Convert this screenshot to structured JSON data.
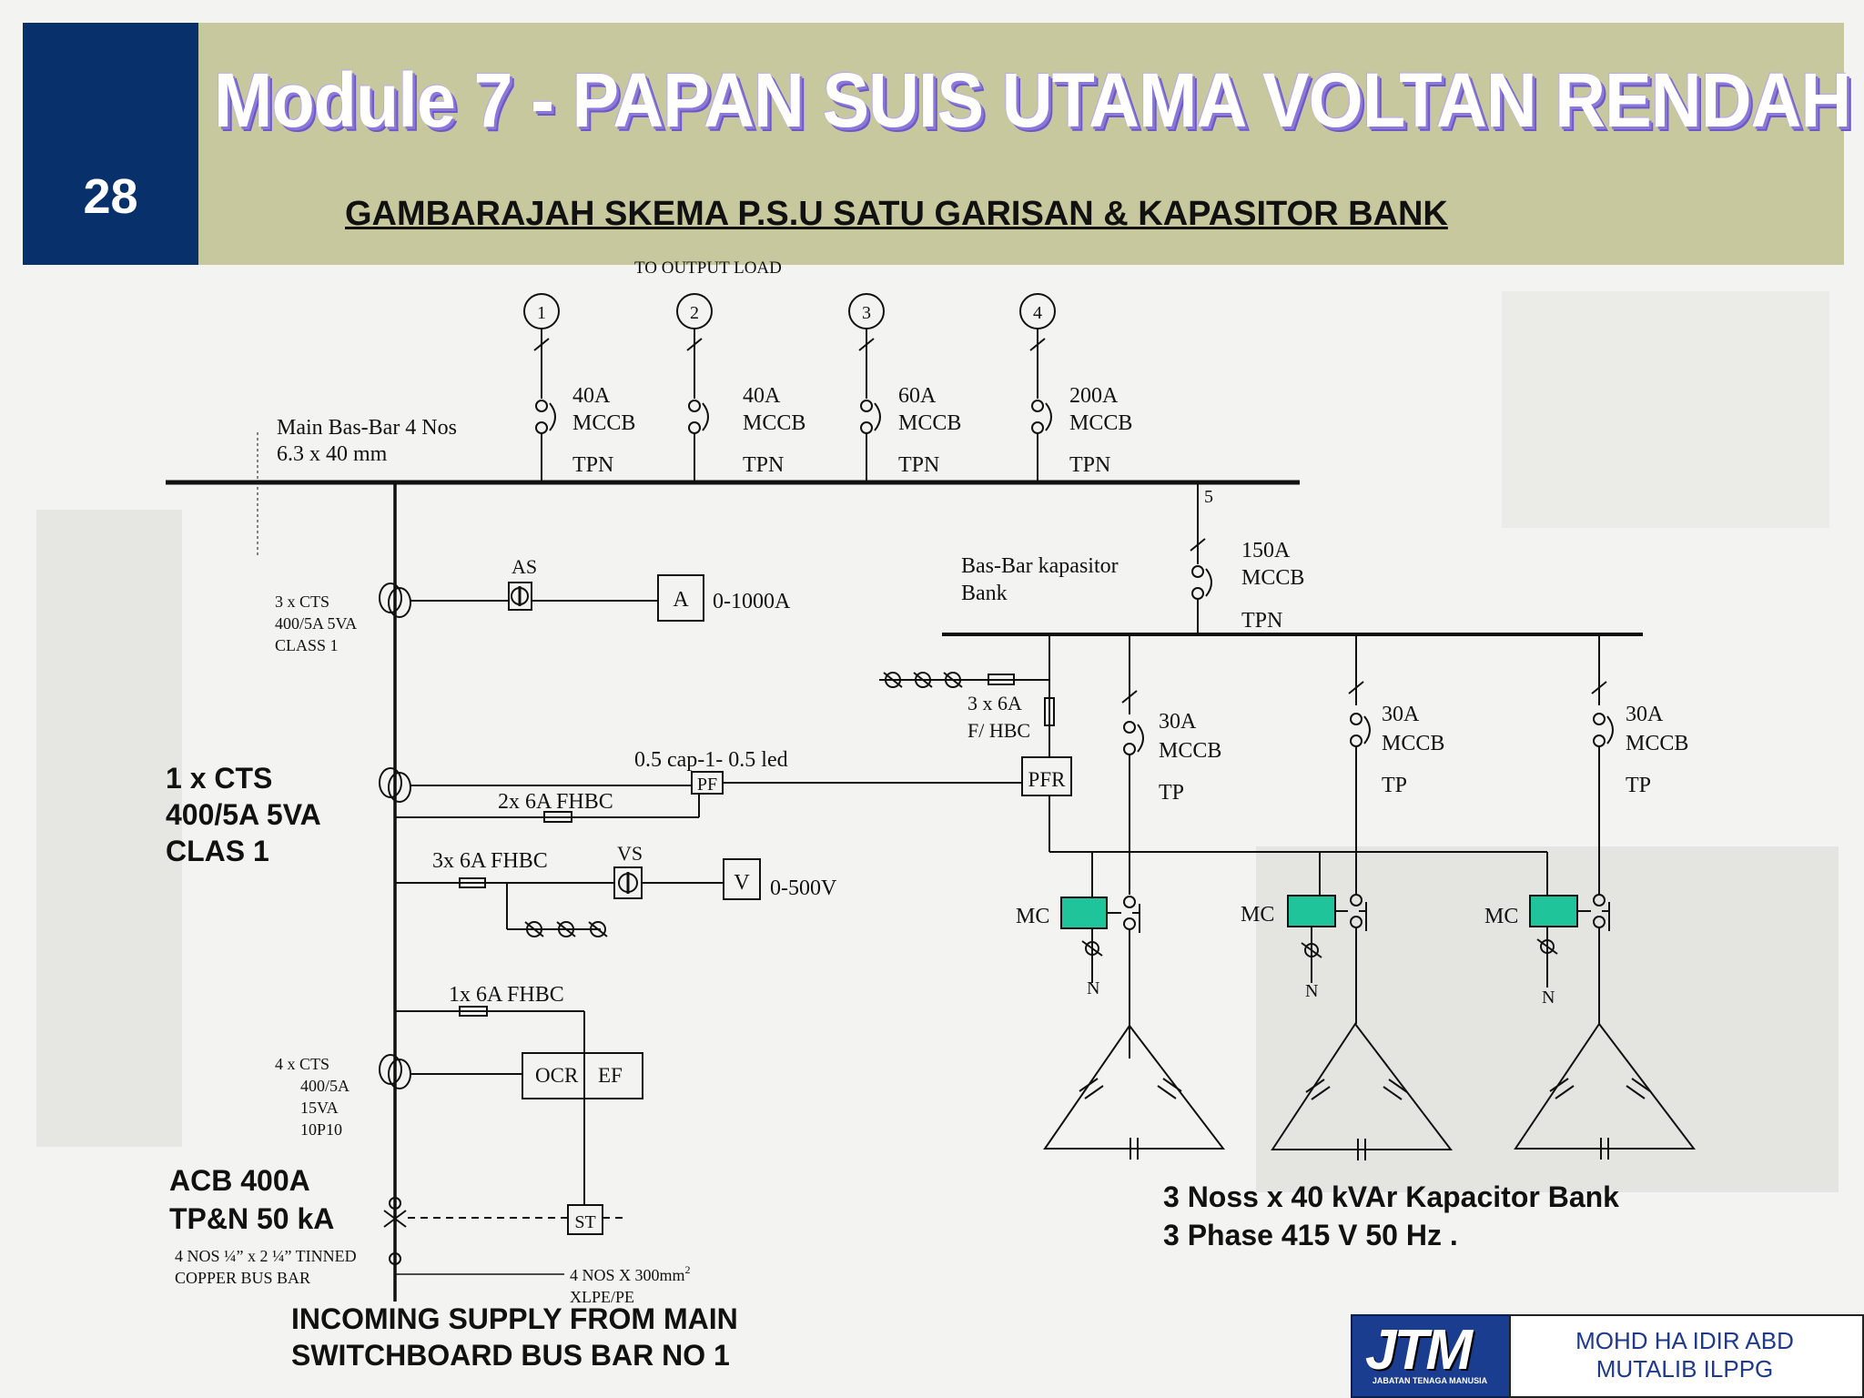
{
  "slide": {
    "number": "28",
    "title": "Module 7 - PAPAN SUIS UTAMA VOLTAN RENDAH",
    "subtitle": "GAMBARAJAH SKEMA P.S.U SATU GARISAN & KAPASITOR BANK"
  },
  "diagram": {
    "output_load": "TO OUTPUT  LOAD",
    "outputs": [
      {
        "id": "1",
        "rating": "40A",
        "type": "MCCB",
        "pole": "TPN"
      },
      {
        "id": "2",
        "rating": "40A",
        "type": "MCCB",
        "pole": "TPN"
      },
      {
        "id": "3",
        "rating": "60A",
        "type": "MCCB",
        "pole": "TPN"
      },
      {
        "id": "4",
        "rating": "200A",
        "type": "MCCB",
        "pole": "TPN"
      }
    ],
    "busbar_line1": "Main Bas-Bar 4 Nos",
    "busbar_line2": "6.3 x 40 mm",
    "branch5": "5",
    "cap_feeder": {
      "rating": "150A",
      "type": "MCCB",
      "pole": "TPN"
    },
    "cap_busbar_line1": "Bas-Bar kapasitor",
    "cap_busbar_line2": "Bank",
    "cts3": [
      "3 x CTS",
      "400/5A 5VA",
      "CLASS 1"
    ],
    "as_label": "AS",
    "ammeter": "A",
    "ammeter_range": "0-1000A",
    "cts1": [
      "1 x CTS",
      "400/5A 5VA",
      "CLAS 1"
    ],
    "pf_setting": "0.5 cap-1- 0.5 led",
    "pf": "PF",
    "fhbc2": "2x 6A FHBC",
    "pfr": "PFR",
    "cap_fuse_line1": "3 x 6A",
    "cap_fuse_line2": "F/ HBC",
    "fhbc3": "3x 6A FHBC",
    "vs_label": "VS",
    "voltmeter": "V",
    "voltmeter_range": "0-500V",
    "fhbc1": "1x 6A FHBC",
    "cts4": [
      "4 x CTS",
      "400/5A",
      "15VA",
      "10P10"
    ],
    "ocr": "OCR",
    "ef": "EF",
    "st": "ST",
    "acb_line1": "ACB 400A",
    "acb_line2": "TP&N 50 kA",
    "copper_line1": "4 NOS ¼” x 2 ¼” TINNED",
    "copper_line2": "COPPER BUS BAR",
    "cable_line1": "4 NOS X 300mm",
    "cable_sup": "2",
    "cable_line2": "XLPE/PE",
    "incoming_line1": "INCOMING SUPPLY FROM MAIN",
    "incoming_line2": "SWITCHBOARD BUS BAR NO 1",
    "step_mccbs": [
      {
        "rating": "30A",
        "type": "MCCB",
        "pole": "TP"
      },
      {
        "rating": "30A",
        "type": "MCCB",
        "pole": "TP"
      },
      {
        "rating": "30A",
        "type": "MCCB",
        "pole": "TP"
      }
    ],
    "mc": "MC",
    "neutral": "N",
    "bank_line1": "3 Noss x 40 kVAr Kapacitor Bank",
    "bank_line2": "3 Phase 415 V 50 Hz ."
  },
  "footer": {
    "logo_text": "JTM",
    "logo_small": "JABATAN TENAGA MANUSIA",
    "author_line1": "MOHD HA IDIR ABD",
    "author_line2": "MUTALIB ILPPG"
  },
  "colors": {
    "header_band": "#c8c89e",
    "number_box": "#08306b",
    "contactor": "#1fc49a",
    "author_text": "#1f3a8a"
  }
}
